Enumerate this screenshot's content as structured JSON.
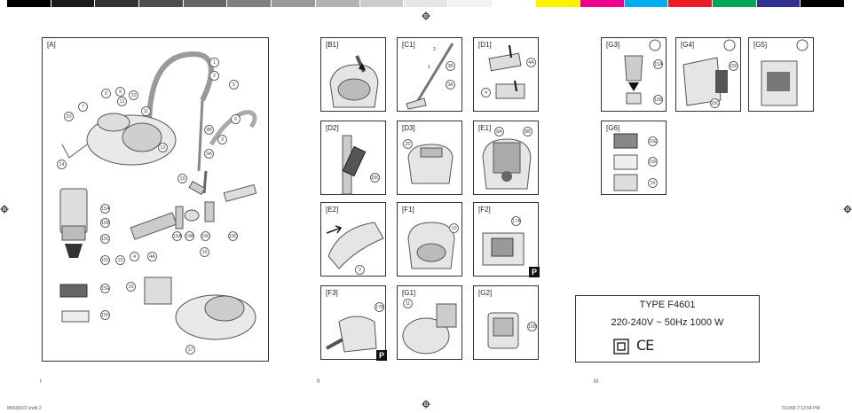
{
  "colorbar": [
    "#000000",
    "#1a1a1a",
    "#333333",
    "#4d4d4d",
    "#666666",
    "#808080",
    "#999999",
    "#b3b3b3",
    "#cccccc",
    "#e6e6e6",
    "#f2f2f2",
    "#ffffff",
    "#fff200",
    "#ec008c",
    "#00aeef",
    "#ed1c24",
    "#00a651",
    "#2e3192",
    "#000000"
  ],
  "panels": {
    "A": "[A]",
    "B1": "[B1]",
    "C1": "[C1]",
    "D1": "[D1]",
    "D2": "[D2]",
    "D3": "[D3]",
    "E1": "[E1]",
    "E2": "[E2]",
    "F1": "[F1]",
    "F2": "[F2]",
    "F3": "[F3]",
    "G1": "[G1]",
    "G2": "[G2]",
    "G3": "[G3]",
    "G4": "[G4]",
    "G5": "[G5]",
    "G6": "[G6]"
  },
  "type_box": {
    "model": "TYPE F4601",
    "rating": "220-240V ~ 50Hz 1000 W",
    "ce": "CE"
  },
  "page_numbers": {
    "left": "I",
    "middle": "II",
    "right": "III"
  },
  "footer": {
    "file": "M6600107.indb   2",
    "date": "7/10/09   7:12:54 PM"
  },
  "p_marks": [
    "P",
    "P"
  ],
  "callouts_a": {
    "n1": "1",
    "n2": "2",
    "n5": "5",
    "n6": "6",
    "n7": "7",
    "n8": "8",
    "n9": "9",
    "n10": "10",
    "n11": "11",
    "n12": "12",
    "n13": "13",
    "n14": "14",
    "n15": "15",
    "n16a": "16",
    "n16b": "16",
    "n17": "17",
    "n19": "19",
    "n20": "20",
    "n3": "3",
    "n3a": "3A",
    "n3b": "3B",
    "n4": "4",
    "n4a": "4A",
    "n15a": "15A",
    "n15b": "15B",
    "n15c": "15C",
    "n15d": "15D",
    "n15e": "15E",
    "n15f": "15F",
    "n19a": "19A",
    "n19b": "19B",
    "n19c": "19C",
    "n19d": "19D"
  },
  "callouts_mid": {
    "c1_2": "2",
    "c1_1": "1",
    "c1_3b": "3B",
    "c1_3a": "3A",
    "d1_4a": "4A",
    "d1_4": "4",
    "d2_18c": "18C",
    "d3_20": "20",
    "e1_8a": "8A",
    "e1_8b": "8B",
    "e2_2": "2",
    "f1_10": "10",
    "f2_17a": "17A",
    "f3_17b": "17B",
    "g1_11": "11",
    "g2_15b": "15B"
  },
  "callouts_right": {
    "g3_15a": "15A",
    "g3_15b": "15B",
    "g4_15f": "15F",
    "g4_15c": "15C",
    "g6_15e": "15E",
    "g6_15f": "15F",
    "g6_16": "16"
  }
}
